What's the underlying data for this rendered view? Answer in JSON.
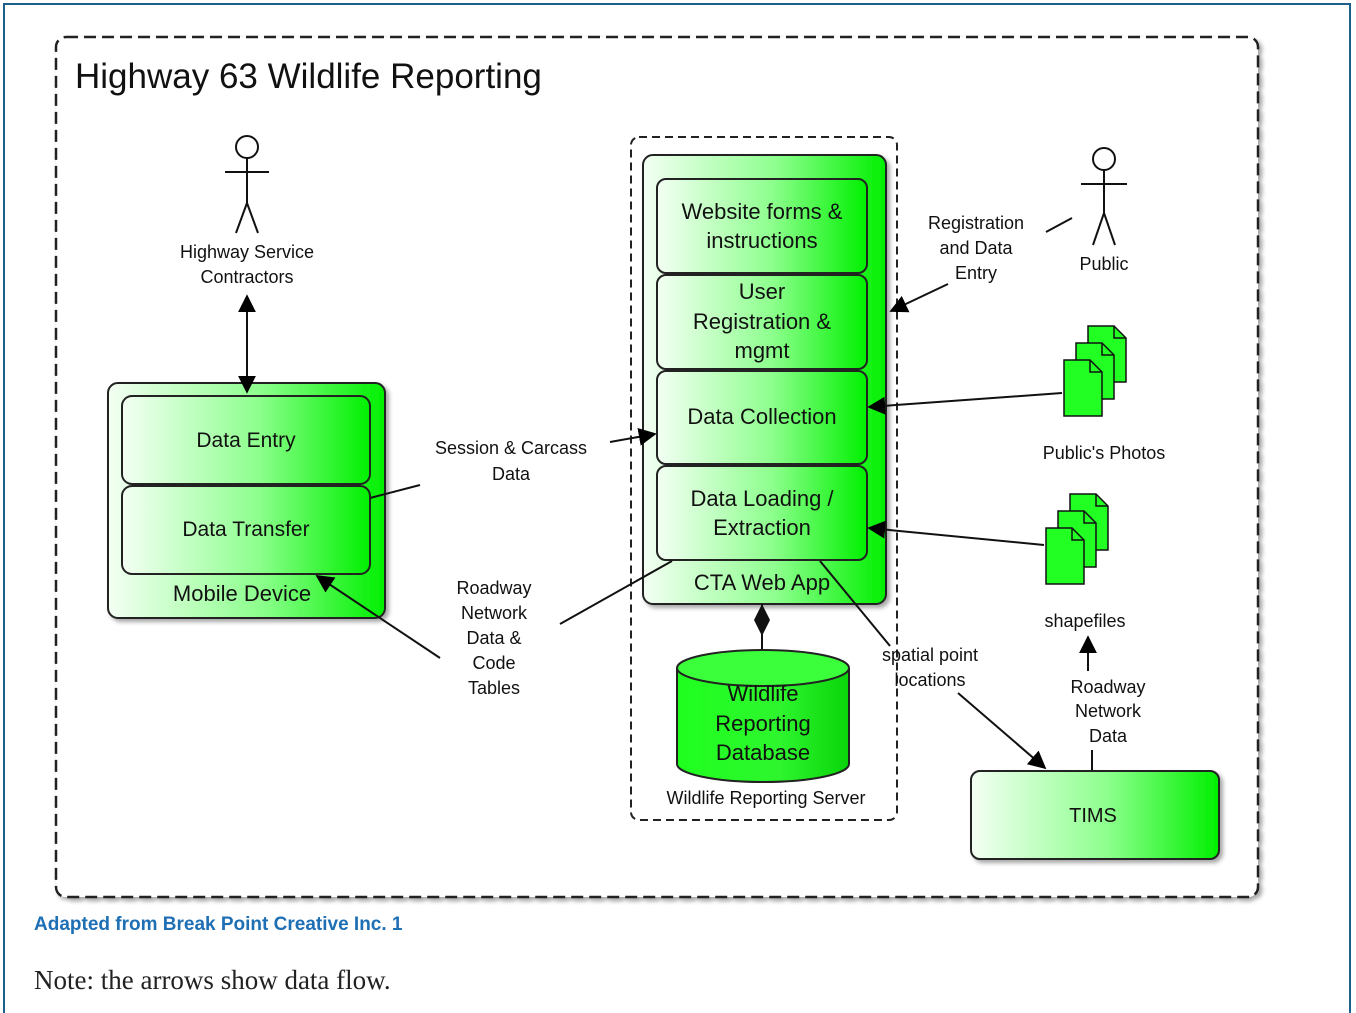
{
  "title": "Highway 63 Wildlife Reporting",
  "actors": {
    "contractors": "Highway Service Contractors",
    "public": "Public"
  },
  "mobile_device": {
    "label": "Mobile Device",
    "data_entry": "Data Entry",
    "data_transfer": "Data Transfer"
  },
  "web_app": {
    "label": "CTA Web App",
    "forms": "Website forms & instructions",
    "registration": "User Registration & mgmt",
    "collection": "Data Collection",
    "loading": "Data Loading / Extraction"
  },
  "server": {
    "label": "Wildlife Reporting Server",
    "database": "Wildlife Reporting Database"
  },
  "flows": {
    "registration_entry": "Registration and Data Entry",
    "session_carcass": "Session & Carcass Data",
    "roadway_code": "Roadway Network Data & Code Tables",
    "spatial_points": "spatial point locations",
    "roadway_network": "Roadway Network Data"
  },
  "artifacts": {
    "photos": "Public's Photos",
    "shapefiles": "shapefiles",
    "tims": "TIMS"
  },
  "caption": "Adapted from Break Point Creative Inc. 1",
  "note": "Note: the arrows show data flow.",
  "colors": {
    "box_fill_start": "#00ff00",
    "box_fill_end": "#e8ffe8",
    "caption": "#1f6fb5",
    "frame_border": "#1f5f8b"
  }
}
